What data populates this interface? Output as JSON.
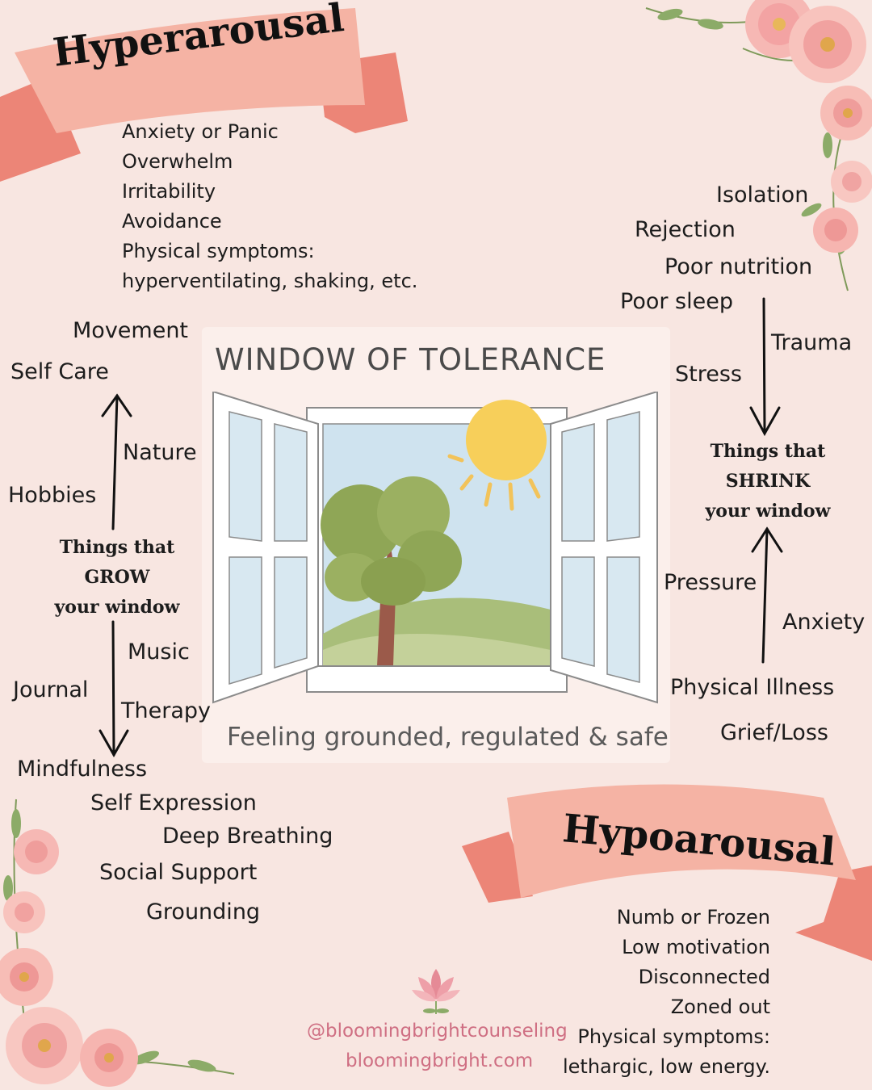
{
  "hyper": {
    "title": "Hyperarousal",
    "items": [
      "Anxiety or Panic",
      "Overwhelm",
      "Irritability",
      "Avoidance",
      "Physical symptoms:",
      "hyperventilating, shaking, etc."
    ]
  },
  "hypo": {
    "title": "Hypoarousal",
    "items": [
      "Numb or Frozen",
      "Low motivation",
      "Disconnected",
      "Zoned out",
      "Physical symptoms:",
      "lethargic, low energy."
    ]
  },
  "center": {
    "heading": "WINDOW OF TOLERANCE",
    "caption": "Feeling grounded, regulated & safe"
  },
  "grow": {
    "label": [
      "Things that",
      "GROW",
      "your window"
    ],
    "items": {
      "movement": "Movement",
      "self_care": "Self Care",
      "nature": "Nature",
      "hobbies": "Hobbies",
      "music": "Music",
      "journal": "Journal",
      "therapy": "Therapy",
      "mindfulness": "Mindfulness",
      "self_expression": "Self Expression",
      "deep_breathing": "Deep Breathing",
      "social_support": "Social Support",
      "grounding": "Grounding"
    }
  },
  "shrink": {
    "label": [
      "Things that",
      "SHRINK",
      "your window"
    ],
    "items": {
      "isolation": "Isolation",
      "rejection": "Rejection",
      "poor_nutrition": "Poor nutrition",
      "poor_sleep": "Poor sleep",
      "trauma": "Trauma",
      "stress": "Stress",
      "pressure": "Pressure",
      "anxiety": "Anxiety",
      "physical_illness": "Physical Illness",
      "grief_loss": "Grief/Loss"
    }
  },
  "footer": {
    "handle": "@bloomingbrightcounseling",
    "website": "bloomingbright.com"
  },
  "colors": {
    "background": "#f8e6e1",
    "banner": "#f5b3a4",
    "banner_dark": "#ec8577",
    "accent_text": "#cf6f83"
  },
  "icons": [
    "lotus-icon",
    "window-illustration",
    "flower-decoration"
  ]
}
